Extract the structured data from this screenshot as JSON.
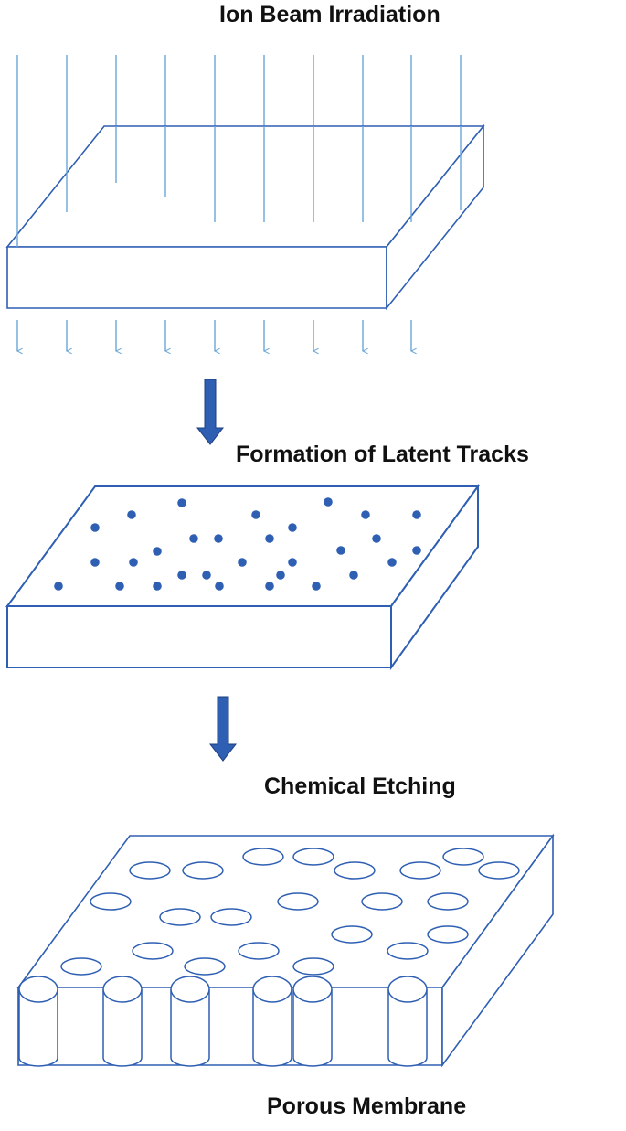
{
  "steps": {
    "step1": "Ion Beam Irradiation",
    "step2": "Formation of Latent Tracks",
    "step3": "Chemical Etching",
    "step4": "Porous Membrane"
  },
  "colors": {
    "outline": "#2f5fb3",
    "beam": "#6aa6d8",
    "arrow": "#2f5fb3",
    "track": "#2f5fb3",
    "background": "#ffffff"
  }
}
